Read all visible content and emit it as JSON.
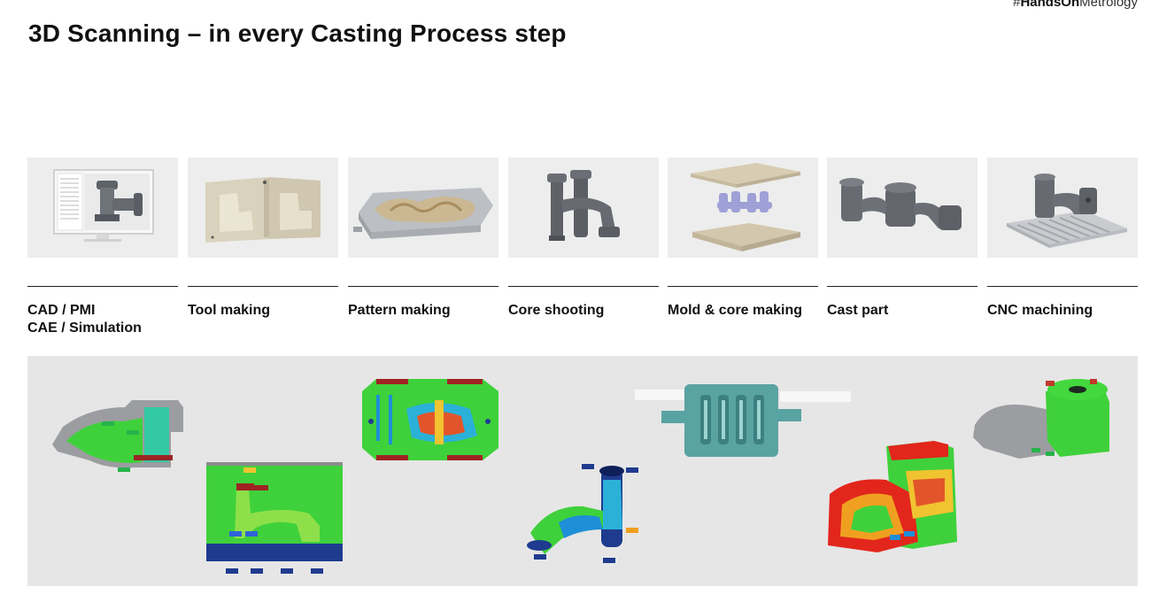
{
  "brand": {
    "hashtag": "#",
    "bold": "HandsOn",
    "regular": "Metrology"
  },
  "page_title": "3D Scanning – in every Casting Process step",
  "steps": [
    {
      "label_line1": "CAD / PMI",
      "label_line2": "CAE / Simulation",
      "icon": "cad-monitor-icon"
    },
    {
      "label_line1": "Tool making",
      "label_line2": "",
      "icon": "tool-mold-icon"
    },
    {
      "label_line1": "Pattern making",
      "label_line2": "",
      "icon": "pattern-plate-icon"
    },
    {
      "label_line1": "Core shooting",
      "label_line2": "",
      "icon": "core-icon"
    },
    {
      "label_line1": "Mold & core making",
      "label_line2": "",
      "icon": "mold-core-icon"
    },
    {
      "label_line1": "Cast part",
      "label_line2": "",
      "icon": "cast-part-icon"
    },
    {
      "label_line1": "CNC machining",
      "label_line2": "",
      "icon": "cnc-fixture-icon"
    }
  ],
  "colors": {
    "thumb_bg": "#ededed",
    "panel_bg": "#e6e6e6",
    "deviation_green": "#3fd13b",
    "deviation_red": "#c0392b",
    "deviation_blue": "#1f3b8f",
    "mesh_grey": "#8a8c90"
  }
}
